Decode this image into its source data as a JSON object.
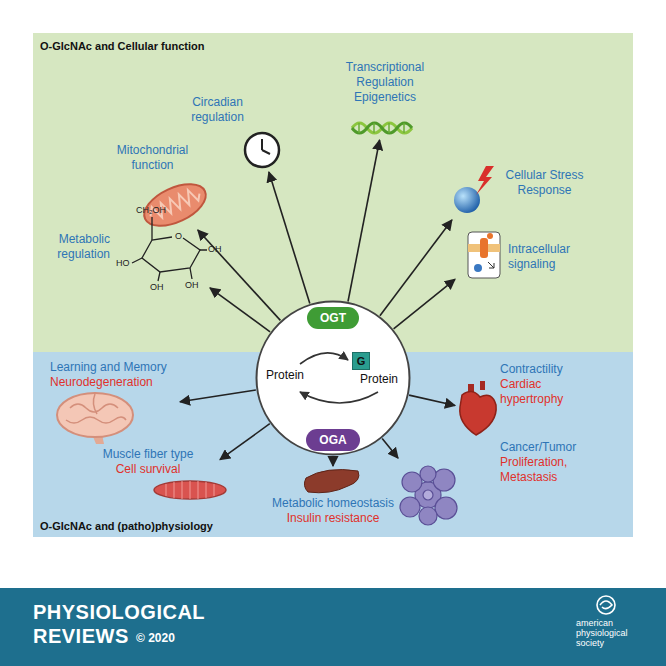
{
  "diagram": {
    "nodes": [
      {
        "text": [
          "O-GlcNAc and Cellular function"
        ]
      },
      {
        "text": [
          "Circadian regulation"
        ],
        "in": 0
      },
      {
        "text": [
          "Transcriptional Regulation Epigenetics"
        ],
        "in": 0
      },
      {
        "text": [
          "Mitochondrial function"
        ],
        "in": 0
      },
      {
        "text": [
          "Cellular Stress Response"
        ],
        "in": 0
      },
      {
        "text": [
          "Metabolic regulation"
        ],
        "in": 0
      },
      {
        "text": [
          "Intracellular signaling"
        ],
        "in": 0
      },
      {
        "text": [
          "Protein",
          "Protein"
        ]
      },
      {
        "text": [
          "OGT"
        ],
        "in": 7
      },
      {
        "text": [
          "G"
        ],
        "in": 7
      },
      {
        "text": [
          "OGA"
        ],
        "in": 7
      },
      {
        "text": [
          "O-GlcNAc and (patho)physiology"
        ]
      },
      {
        "text": [
          "Learning and Memory",
          "Neurodegeneration"
        ],
        "in": 11
      },
      {
        "text": [
          "Contractility",
          "Cardiac hypertrophy"
        ],
        "in": 11
      },
      {
        "text": [
          "Muscle fiber type",
          "Cell survival"
        ],
        "in": 11
      },
      {
        "text": [
          "Cancer/Tumor",
          "Proliferation, Metastasis"
        ],
        "in": 11
      },
      {
        "text": [
          "Metabolic homeostasis",
          "Insulin resistance"
        ],
        "in": 11
      }
    ],
    "edges": [
      {
        "from": 7,
        "to": 1,
        "arrow": "to"
      },
      {
        "from": 7,
        "to": 2,
        "arrow": "to"
      },
      {
        "from": 7,
        "to": 3,
        "arrow": "to"
      },
      {
        "from": 7,
        "to": 4,
        "arrow": "to"
      },
      {
        "from": 7,
        "to": 5,
        "arrow": "to"
      },
      {
        "from": 7,
        "to": 6,
        "arrow": "to"
      },
      {
        "from": 7,
        "to": 12,
        "arrow": "to"
      },
      {
        "from": 7,
        "to": 13,
        "arrow": "to"
      },
      {
        "from": 7,
        "to": 14,
        "arrow": "to"
      },
      {
        "from": 7,
        "to": 15,
        "arrow": "to"
      },
      {
        "from": 7,
        "to": 16,
        "arrow": "to"
      }
    ],
    "labels": [
      "CH₂OH",
      "O",
      "OH",
      "HO",
      "OH",
      "OH",
      "PHYSIOLOGICAL",
      "REVIEWS",
      "© 2020",
      "american",
      "physiological",
      "society"
    ]
  }
}
